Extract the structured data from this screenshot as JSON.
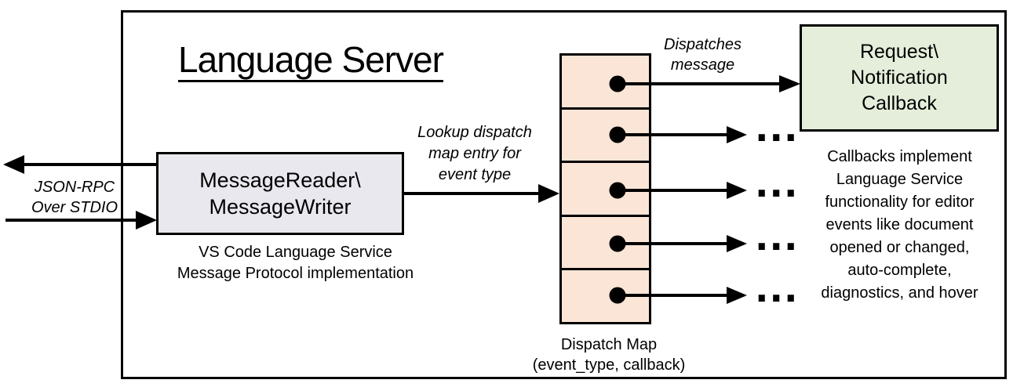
{
  "title": "Language Server",
  "left_io": {
    "line1": "JSON-RPC",
    "line2": "Over STDIO"
  },
  "message_rw": {
    "line1": "MessageReader\\",
    "line2": "MessageWriter",
    "caption_line1": "VS Code Language Service",
    "caption_line2": "Message Protocol implementation"
  },
  "lookup_label": {
    "line1": "Lookup dispatch",
    "line2": "map entry for",
    "line3": "event type"
  },
  "dispatches_label": {
    "line1": "Dispatches",
    "line2": "message"
  },
  "dispatch_map": {
    "caption_line1": "Dispatch Map",
    "caption_line2": "(event_type, callback)",
    "cell_count": 5
  },
  "callback_box": {
    "line1": "Request\\",
    "line2": "Notification",
    "line3": "Callback"
  },
  "callbacks_note": {
    "lines": [
      "Callbacks implement",
      "Language Service",
      "functionality for editor",
      "events like document",
      "opened or changed,",
      "auto-complete,",
      "diagnostics, and hover"
    ]
  },
  "ellipsis": "...",
  "colors": {
    "reader_fill": "#e9e8ef",
    "dispatch_fill": "#fbe5d6",
    "callback_fill": "#e4eeda",
    "line": "#000000",
    "background": "#ffffff"
  }
}
